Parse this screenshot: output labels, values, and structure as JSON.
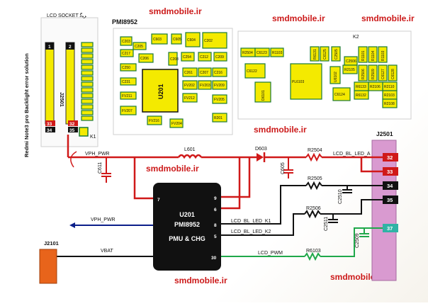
{
  "watermarks": {
    "top_left": "smdmobile.ir",
    "top_mid": "smdmobile.ir",
    "top_right": "smdmobile.ir",
    "mid": "smdmobile.ir",
    "left_mid": "smdmobile.ir",
    "bottom_mid": "smdmobile.ir",
    "bottom_right": "smdmobile.ir"
  },
  "side_title": "Redmi Note3 pro Backlight error solution",
  "lcd_socket": {
    "title": "LCD SOCKET ﺮﯿﮔ",
    "ref": "J2501",
    "pin1": "1",
    "pin2": "2",
    "pin33": "33",
    "pin34": "34",
    "pin32": "32",
    "pin35": "35",
    "k1": "K1"
  },
  "pmi_board": {
    "title": "PMI8952",
    "chip": "U201",
    "parts": [
      "C603",
      "C605",
      "C604",
      "C202",
      "C203",
      "C205",
      "C217",
      "C206",
      "C208",
      "C254",
      "C212",
      "C209",
      "C250",
      "C261",
      "C207",
      "C216",
      "C231",
      "FV202",
      "FV203",
      "FV209",
      "FV211",
      "FV212",
      "FV205",
      "FV207",
      "FV216",
      "FV204",
      "R201"
    ]
  },
  "pl_board": {
    "k2": "K2",
    "parts": [
      "R2504",
      "C6123",
      "R1103",
      "C6122",
      "R6131",
      "C6125",
      "C2505",
      "C2506",
      "R1101",
      "R1104",
      "R1103",
      "R2105",
      "R2506",
      "R2509",
      "C6127",
      "C6128",
      "R2110",
      "R2103",
      "R2108",
      "R2106",
      "R6133",
      "R6132",
      "U6102",
      "C6124",
      "D6101",
      "PL6103"
    ]
  },
  "schematic": {
    "j2501": "J2501",
    "j2101": "J2101",
    "vph_pwr_top": "VPH_PWR",
    "vph_pwr_left": "VPH_PWR",
    "vbat": "VBAT",
    "l601": "L601",
    "d603": "D603",
    "c611": "C611",
    "c605": "C605",
    "r2504": "R2504",
    "r2505": "R2505",
    "r2506": "R2506",
    "r6103": "R6103",
    "c2510": "C2510",
    "c2511": "C2511",
    "c2509": "C2509",
    "lcd_bl_led_a": "LCD_BL_LED_A",
    "lcd_bl_led_k1": "LCD_BL_LED_K1",
    "lcd_bl_led_k2": "LCD_BL_LED_K2",
    "lcd_pwm": "LCD_PWM",
    "u201_line1": "U201",
    "u201_line2": "PMI8952",
    "u201_line3": "PMU & CHG",
    "pin7": "7",
    "pin9": "9",
    "pin6": "6",
    "pin8": "8",
    "pin5": "5",
    "pin30": "30",
    "conn32": "32",
    "conn33": "33",
    "conn34": "34",
    "conn35": "35",
    "conn37": "37"
  },
  "colors": {
    "red_line": "#d01919",
    "black_line": "#111111",
    "blue_line": "#0b1f8a",
    "green_line": "#1fa84a",
    "j2501_fill": "#d99ad0",
    "j2101_fill": "#e8641b",
    "chip_fill": "#111111",
    "board_yellow": "#f4ea00",
    "board_green": "#1a7a3a",
    "conn_red": "#d01919",
    "conn_black": "#111111",
    "conn_teal": "#2fb3a5"
  }
}
